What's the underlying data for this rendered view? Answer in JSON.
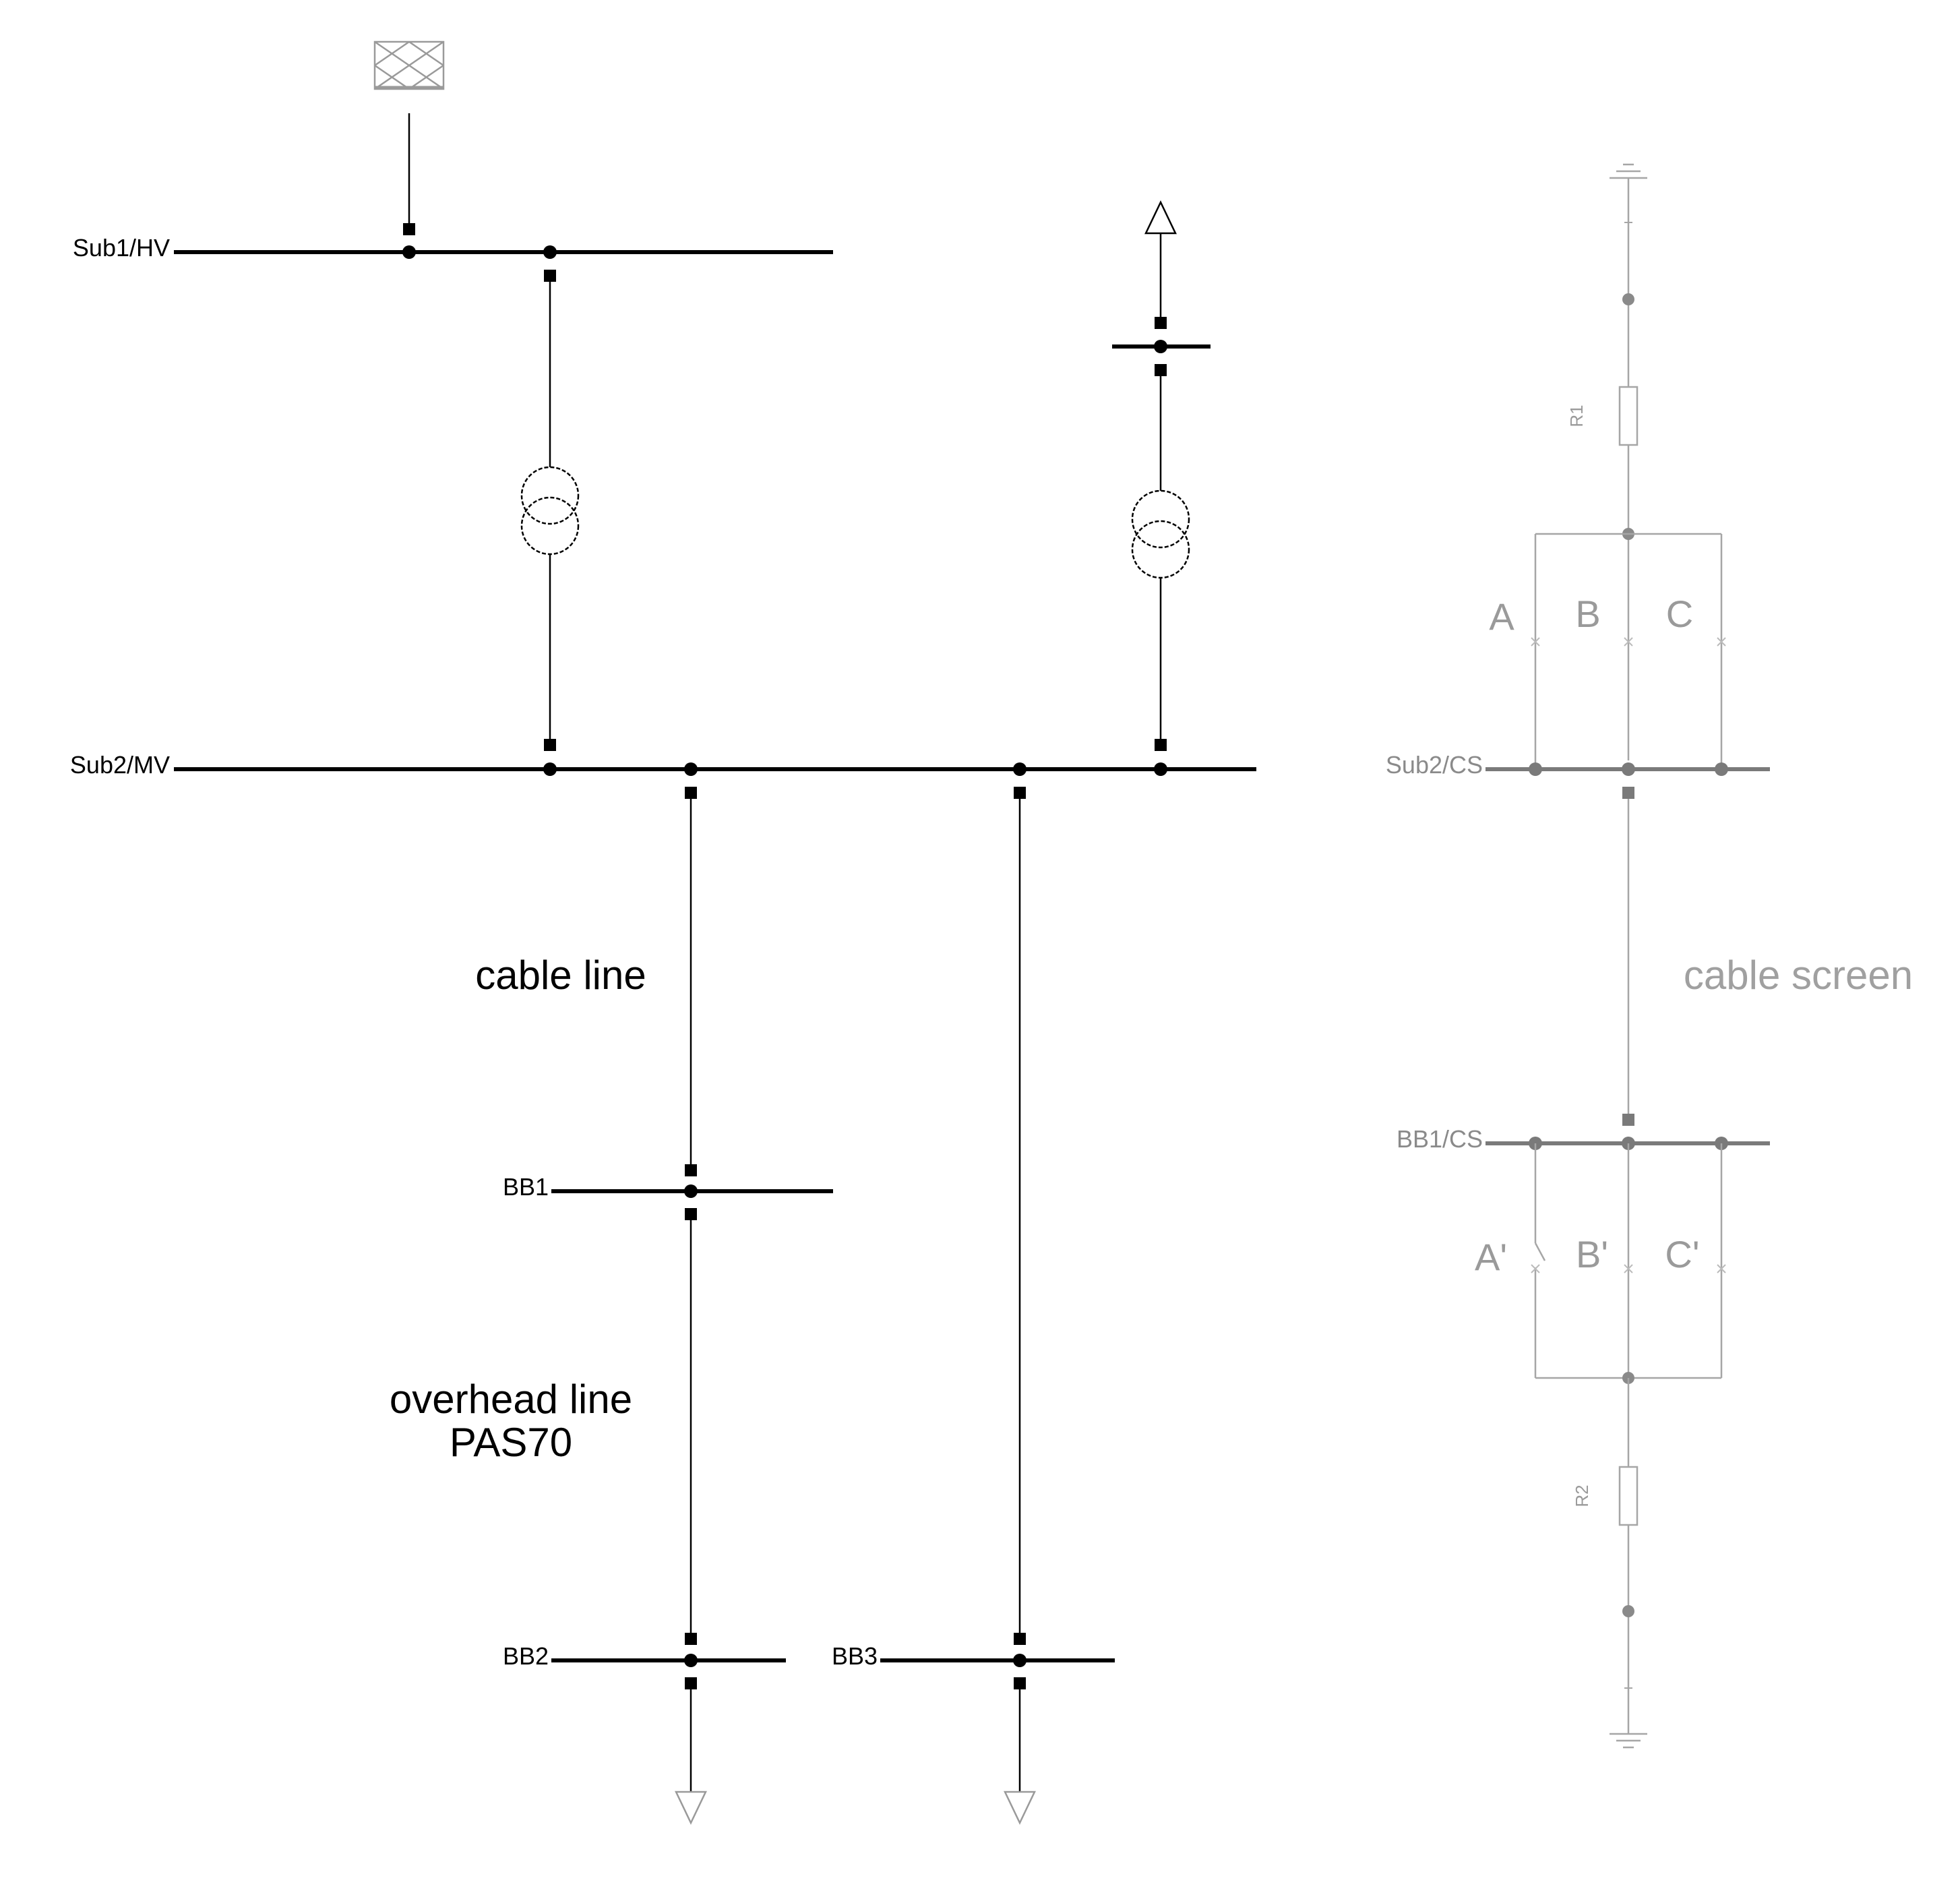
{
  "labels": {
    "sub1_hv": "Sub1/HV",
    "sub2_mv": "Sub2/MV",
    "bb1": "BB1",
    "bb2": "BB2",
    "bb3": "BB3",
    "cable_line": "cable line",
    "overhead_line_1": "overhead line",
    "overhead_line_2": "PAS70",
    "sub2_cs": "Sub2/CS",
    "bb1_cs": "BB1/CS",
    "cable_screen": "cable screen",
    "phase_a": "A",
    "phase_b": "B",
    "phase_c": "C",
    "phase_a_prime": "A'",
    "phase_b_prime": "B'",
    "phase_c_prime": "C'",
    "r1": "R1",
    "r2": "R2"
  },
  "colors": {
    "main": "#000000",
    "screen_dark": "#7a7a7a",
    "screen_light": "#a6a6a6",
    "grid_symbol": "#9a9a9a"
  }
}
